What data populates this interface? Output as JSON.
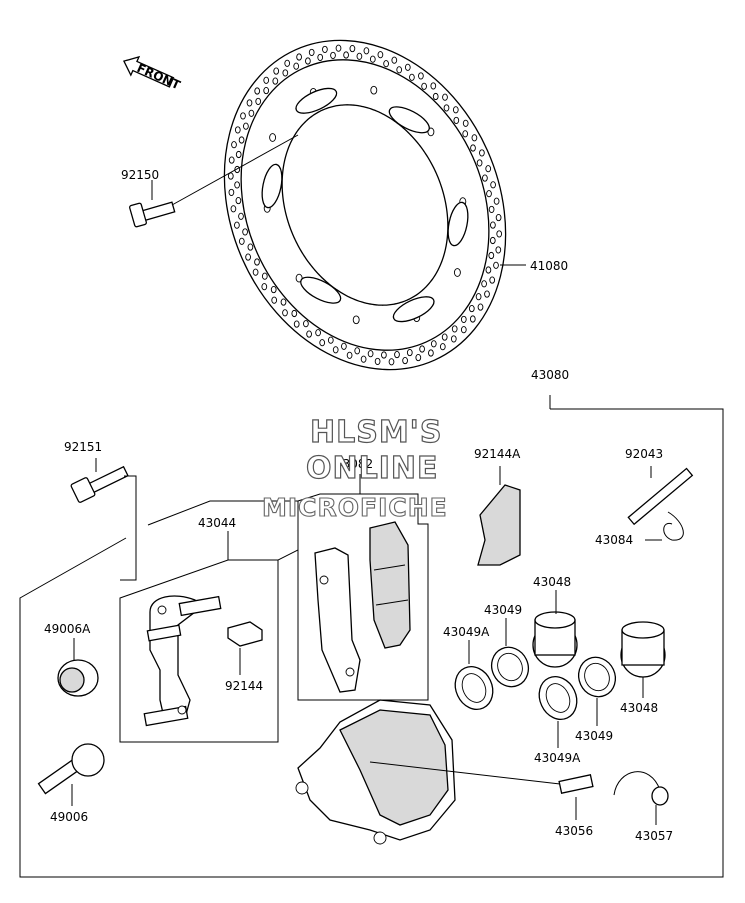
{
  "diagram": {
    "front_arrow_text": "FRONT",
    "labels": {
      "p92150": "92150",
      "p41080": "41080",
      "p43080": "43080",
      "p92151": "92151",
      "p43082": "43082",
      "p92144A": "92144A",
      "p92043": "92043",
      "p43084": "43084",
      "p43044": "43044",
      "p49006A": "49006A",
      "p43048_top": "43048",
      "p43049_top": "43049",
      "p43049A_top": "43049A",
      "p92144": "92144",
      "p43048_bottom": "43048",
      "p43049_bottom": "43049",
      "p43049A_bottom": "43049A",
      "p49006": "49006",
      "p43056": "43056",
      "p43057": "43057"
    },
    "watermark": {
      "line1": "HLSM'S",
      "line2": "ONLINE",
      "line3": "MICROFICHE"
    }
  }
}
